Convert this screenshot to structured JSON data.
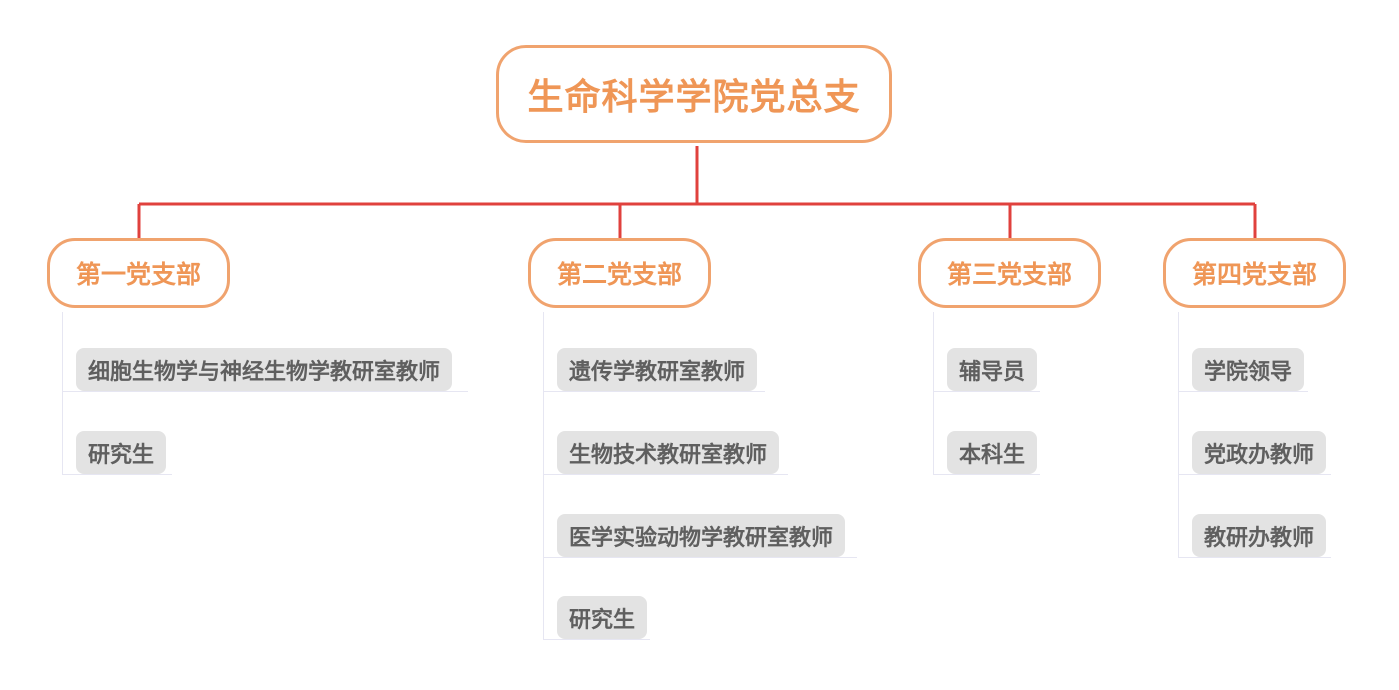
{
  "diagram": {
    "root": {
      "label": "生命科学学院党总支"
    },
    "branches": [
      {
        "label": "第一党支部",
        "children": [
          "细胞生物学与神经生物学教研室教师",
          "研究生"
        ]
      },
      {
        "label": "第二党支部",
        "children": [
          "遗传学教研室教师",
          "生物技术教研室教师",
          "医学实验动物学教研室教师",
          "研究生"
        ]
      },
      {
        "label": "第三党支部",
        "children": [
          "辅导员",
          "本科生"
        ]
      },
      {
        "label": "第四党支部",
        "children": [
          "学院领导",
          "党政办教师",
          "教研办教师"
        ]
      }
    ],
    "colors": {
      "node_border": "#f0a36e",
      "node_text": "#ef9656",
      "connector": "#e0413d",
      "leaf_bg": "#e3e3e3",
      "leaf_text": "#5f5f5f",
      "leaf_line": "#e6e6f2"
    }
  }
}
